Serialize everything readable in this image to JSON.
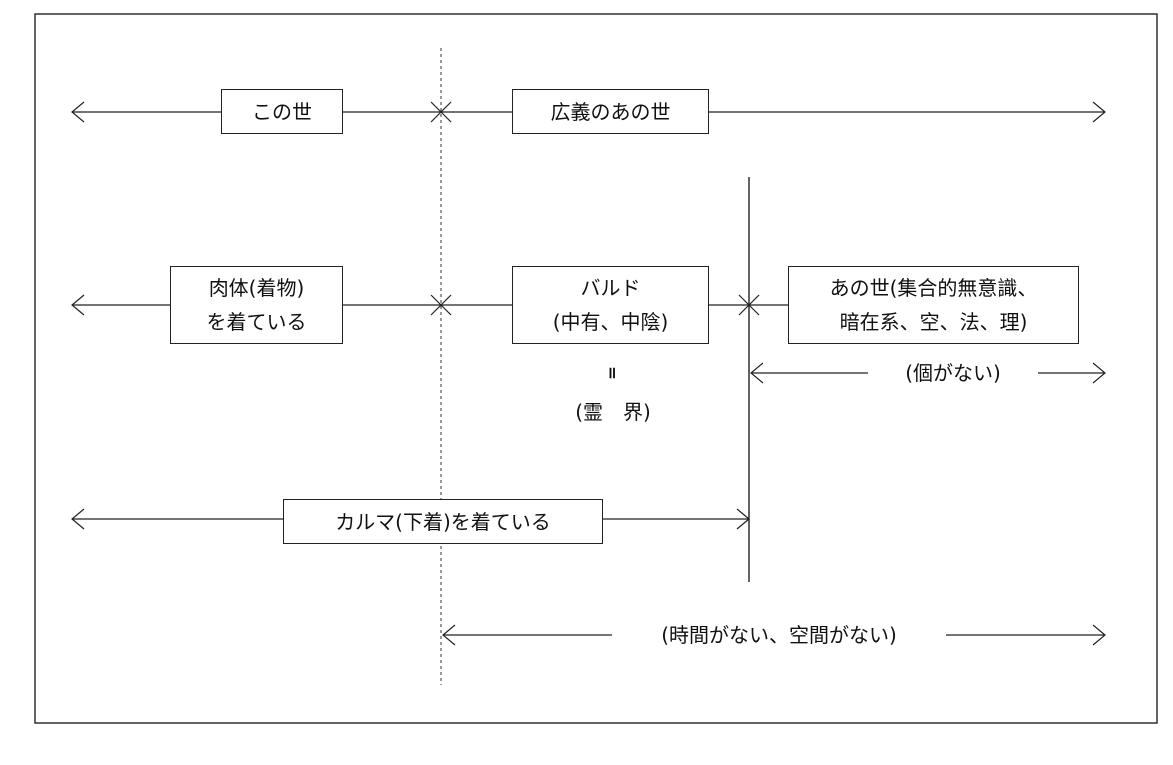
{
  "boxes": {
    "kono_yo": "この世",
    "kougi_ano_yo": "広義のあの世",
    "nikutai_1": "肉体(着物)",
    "nikutai_2": "を着ている",
    "barudo_1": "バルド",
    "barudo_2": "(中有、中陰)",
    "ano_yo_1": "あの世(集合的無意識、",
    "ano_yo_2": "暗在系、空、法、理)",
    "karuma": "カルマ(下着)を着ている"
  },
  "labels": {
    "equals_symbol": "॥",
    "reikai": "(霊　界)",
    "ko_ga_nai": "(個がない)",
    "jikan_kuukan": "(時間がない、空間がない)"
  },
  "colors": {
    "line": "#222222",
    "background": "#ffffff"
  }
}
